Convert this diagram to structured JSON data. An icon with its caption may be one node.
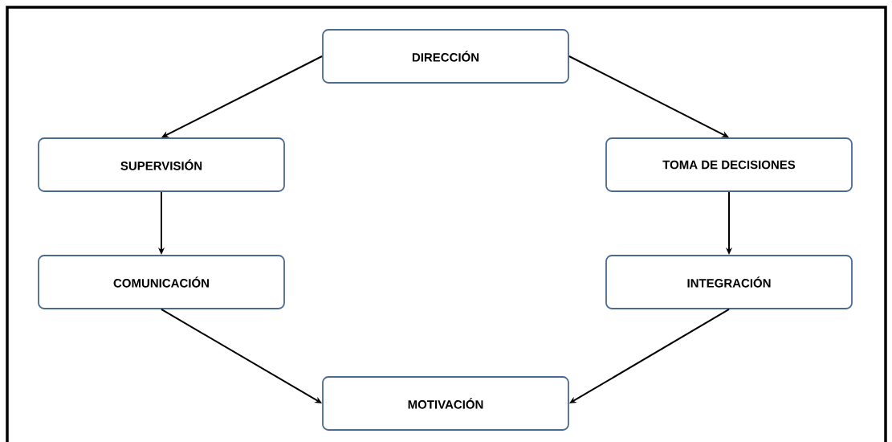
{
  "diagram": {
    "nodes": [
      {
        "text": [
          "DIRECCIÓN"
        ]
      },
      {
        "text": [
          "SUPERVISIÓN"
        ]
      },
      {
        "text": [
          "TOMA DE DECISIONES"
        ]
      },
      {
        "text": [
          "COMUNICACIÓN"
        ]
      },
      {
        "text": [
          "INTEGRACIÓN"
        ]
      },
      {
        "text": [
          "MOTIVACIÓN"
        ]
      }
    ],
    "edges": [
      {
        "from": 0,
        "to": 1,
        "arrow": "to"
      },
      {
        "from": 0,
        "to": 2,
        "arrow": "to"
      },
      {
        "from": 1,
        "to": 3,
        "arrow": "to"
      },
      {
        "from": 2,
        "to": 4,
        "arrow": "to"
      },
      {
        "from": 3,
        "to": 5,
        "arrow": "to"
      },
      {
        "from": 4,
        "to": 5,
        "arrow": "to"
      }
    ]
  }
}
